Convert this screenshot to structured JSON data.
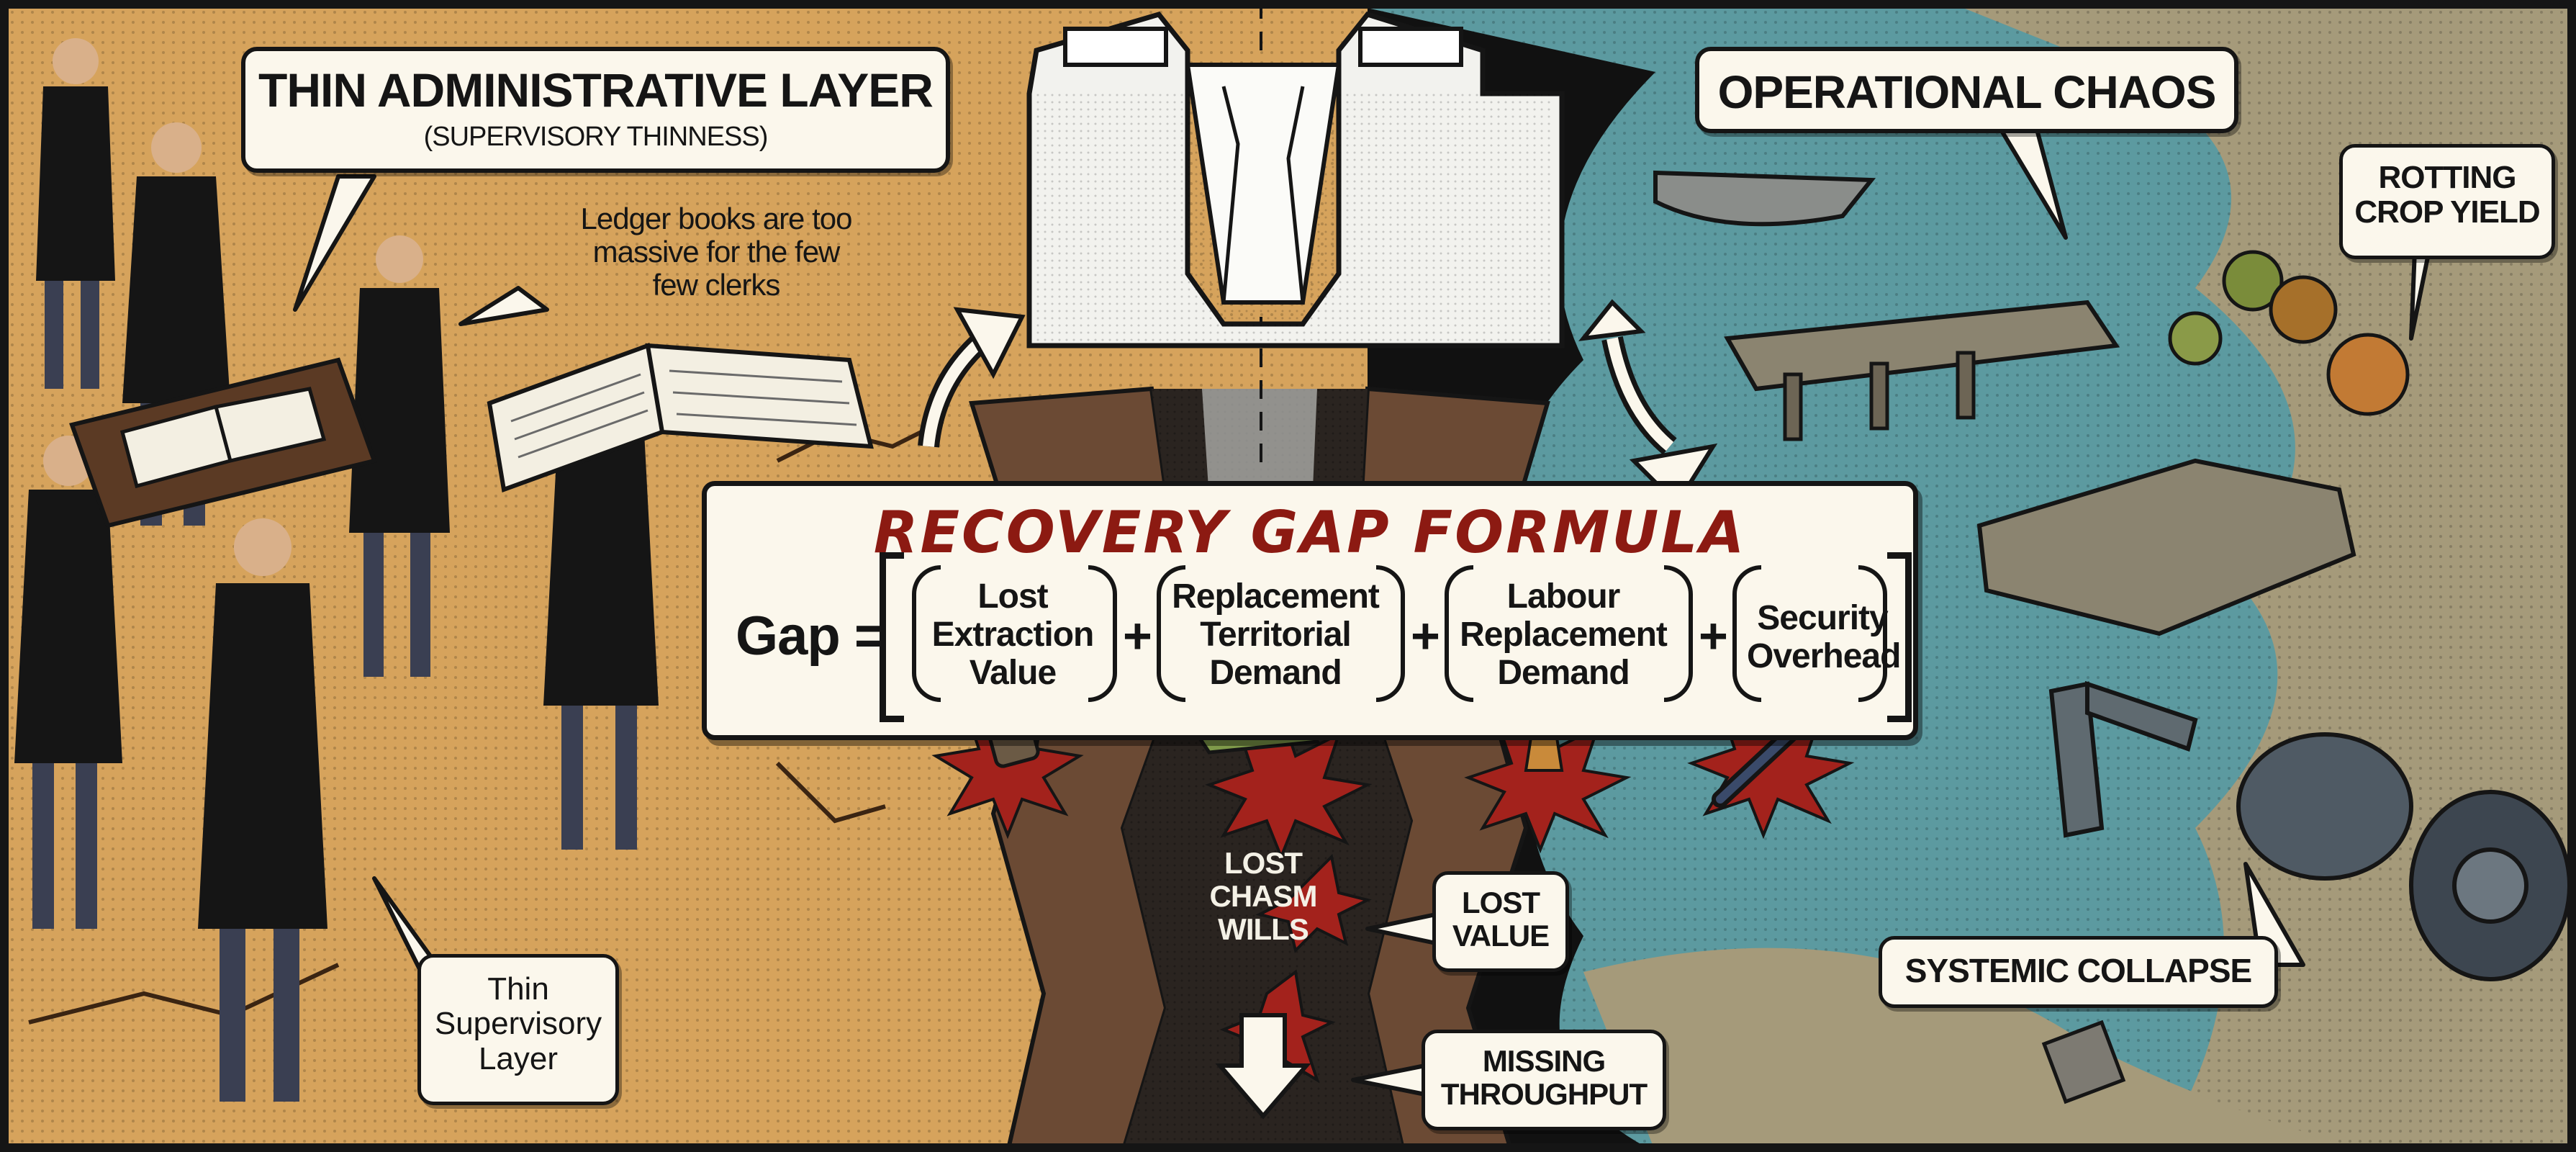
{
  "labels": {
    "admin_layer_title": "THIN ADMINISTRATIVE LAYER",
    "admin_layer_subtitle": "(SUPERVISORY THINNESS)",
    "ledger_line1": "Ledger books are too",
    "ledger_line2": "massive for the few",
    "ledger_line3": "few clerks",
    "thin_layer_line1": "Thin",
    "thin_layer_line2": "Supervisory",
    "thin_layer_line3": "Layer",
    "operational_chaos": "OPERATIONAL CHAOS",
    "rotting_line1": "ROTTING",
    "rotting_line2": "CROP YIELD",
    "systemic_collapse": "SYSTEMIC COLLAPSE",
    "lost_chasm_line1": "LOST",
    "lost_chasm_line2": "CHASM",
    "lost_chasm_line3": "WILLS",
    "lost_value_line1": "LOST",
    "lost_value_line2": "VALUE",
    "missing_line1": "MISSING",
    "missing_line2": "THROUGHPUT"
  },
  "formula": {
    "title": "RECOVERY GAP FORMULA",
    "lhs": "Gap =",
    "plus": "+",
    "terms": [
      [
        "Lost",
        "Extraction",
        "Value"
      ],
      [
        "Replacement",
        "Territorial",
        "Demand"
      ],
      [
        "Labour",
        "Replacement",
        "Demand"
      ],
      [
        "Security",
        "Overhead"
      ]
    ]
  },
  "colors": {
    "left_ground": "#d6a35c",
    "right_water": "#5c9aa0",
    "chasm": "#3c2c22",
    "title_red": "#8c1a12",
    "bubble_fill": "#fbf7ec",
    "outline": "#151515"
  }
}
